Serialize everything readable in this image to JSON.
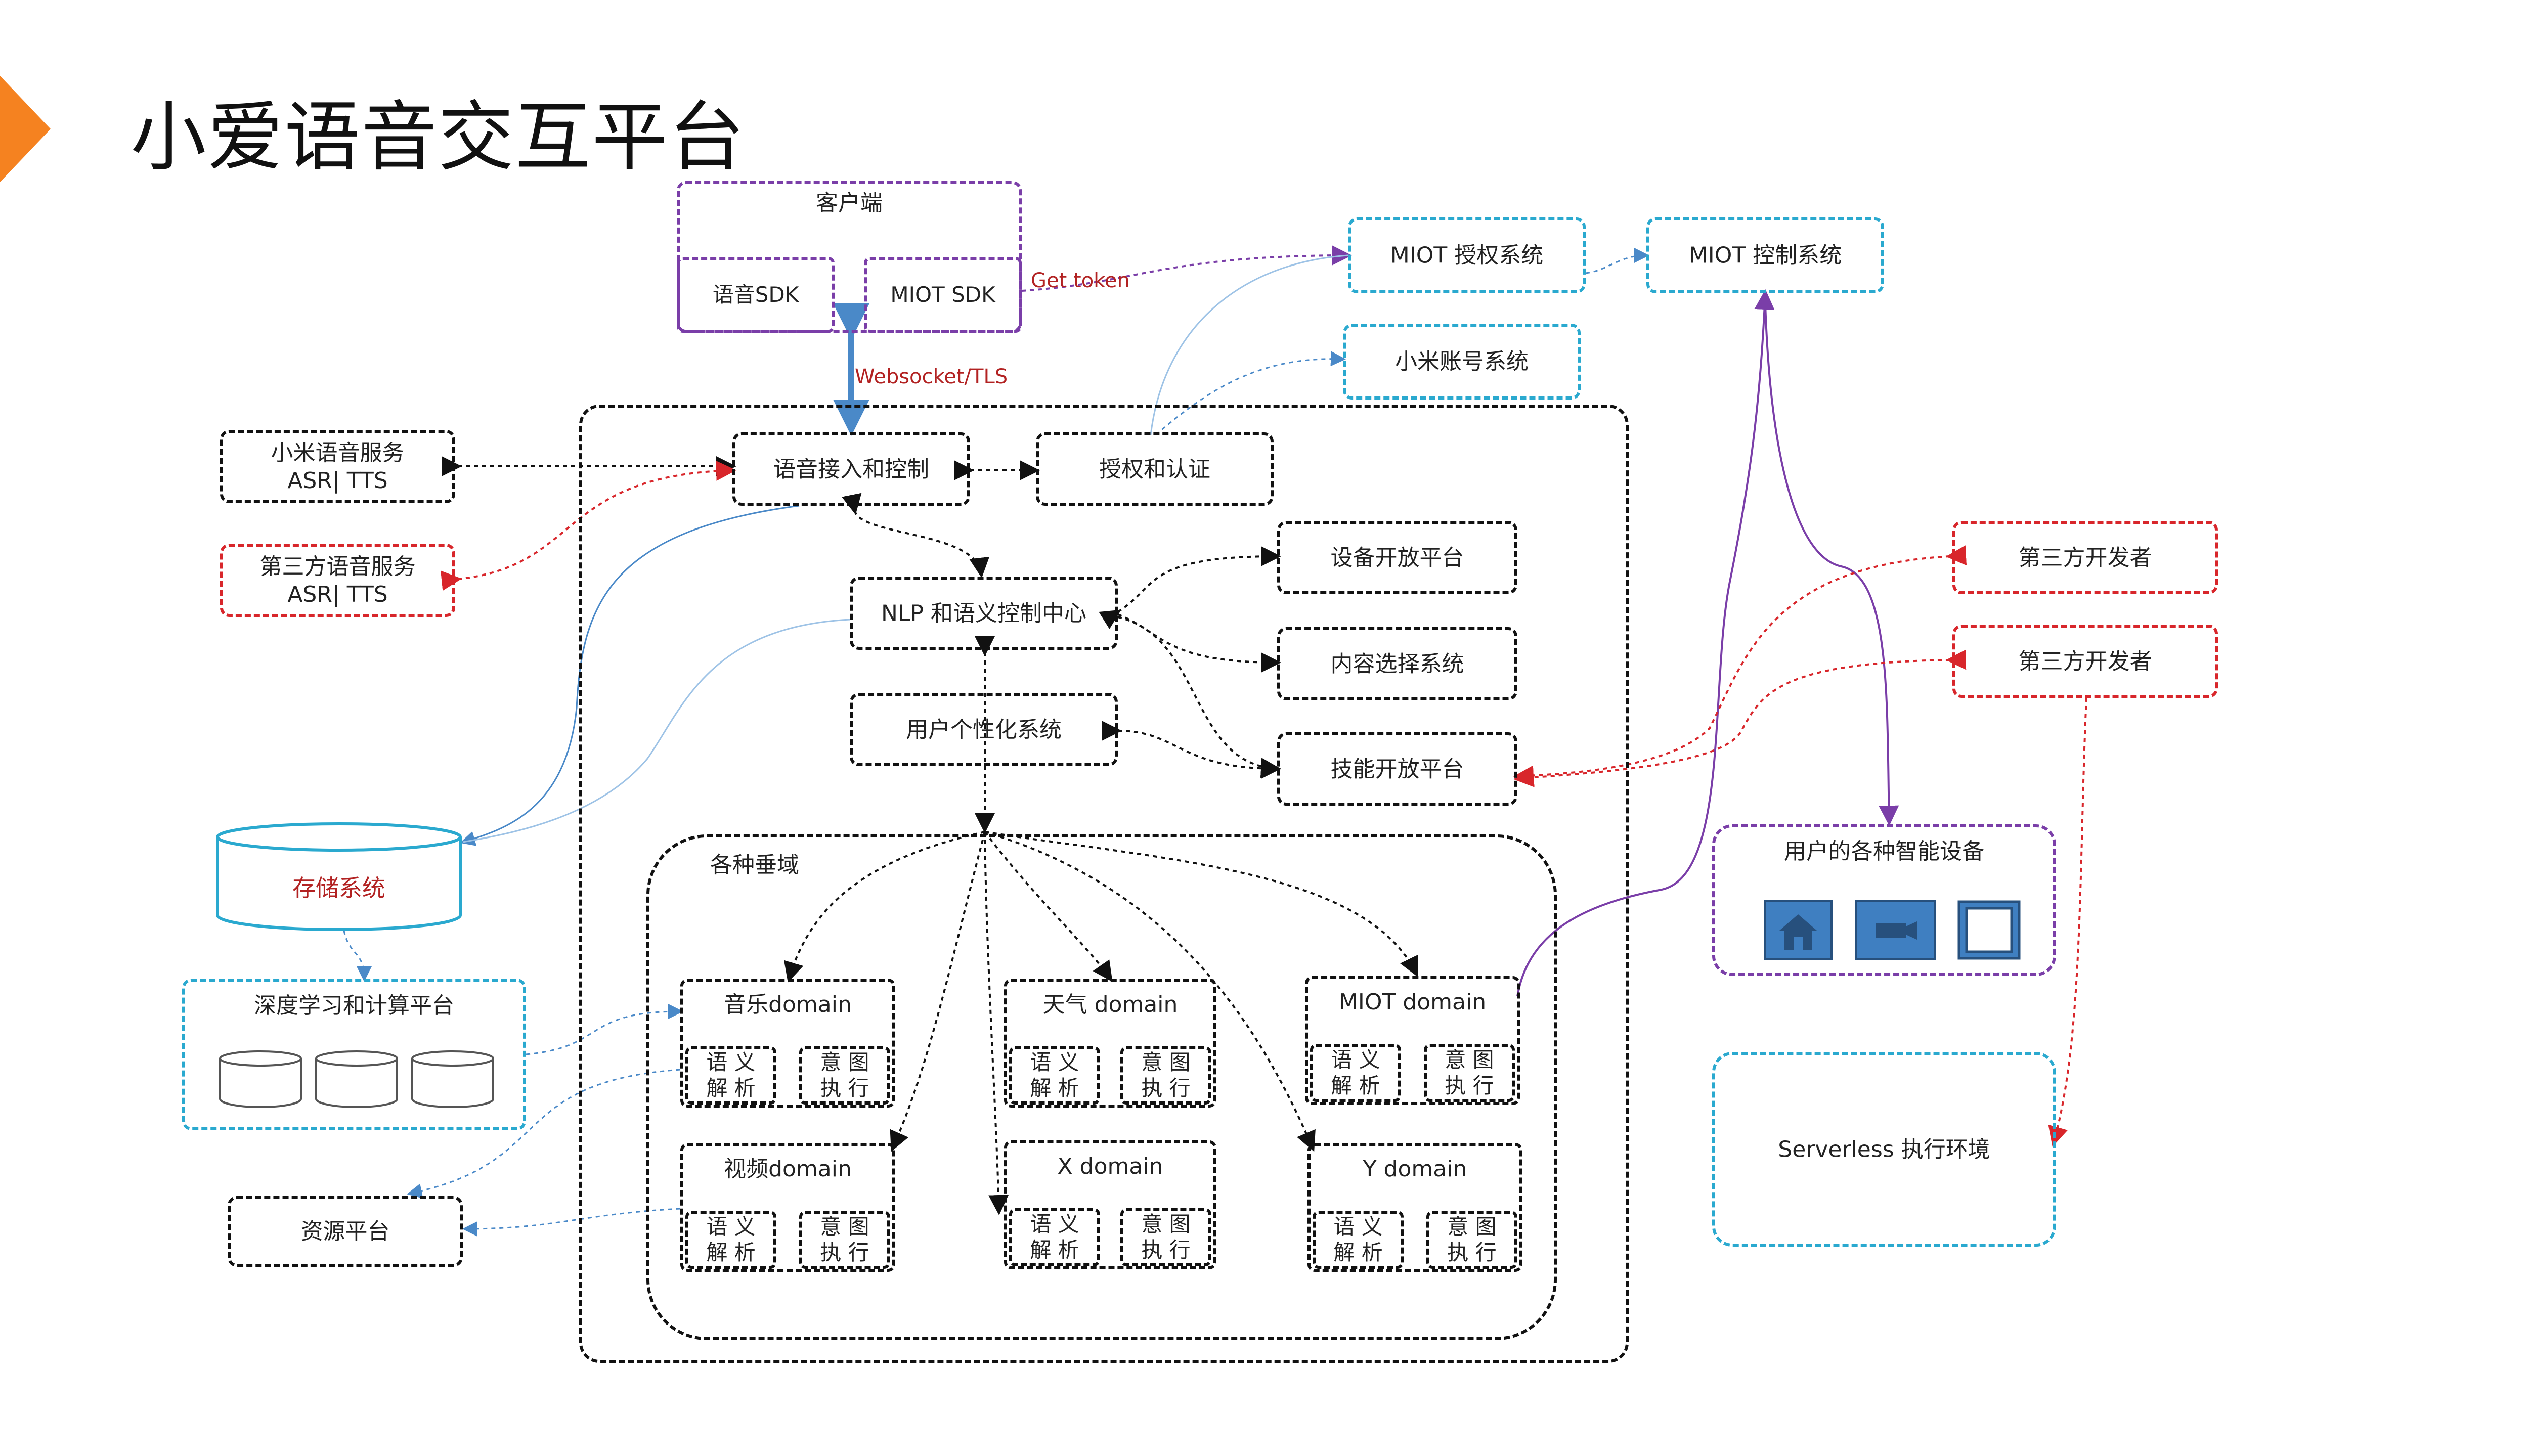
{
  "page": {
    "title": "小爱语音交互平台",
    "accent_color": "#f58220"
  },
  "colors": {
    "black": "#111111",
    "purple": "#7a3ea8",
    "blue": "#2aa9cf",
    "red": "#d8262b",
    "link_blue": "#4a89c8",
    "device_icon_fill": "#3f7fc1"
  },
  "client": {
    "title": "客户端",
    "voice_sdk": "语音SDK",
    "miot_sdk": "MIOT SDK"
  },
  "edge_labels": {
    "get_token": "Get token",
    "websocket": "Websocket/TLS"
  },
  "miot": {
    "auth": "MIOT  授权系统",
    "control": "MIOT  控制系统",
    "account": "小米账号系统"
  },
  "voice_services": {
    "xiaomi": "小米语音服务\nASR| TTS",
    "third_party": "第三方语音服务\nASR| TTS"
  },
  "core": {
    "voice_access": "语音接入和控制",
    "auth": "授权和认证",
    "nlp": "NLP 和语义控制中心",
    "personalization": "用户个性化系统",
    "device_open": "设备开放平台",
    "content_select": "内容选择系统",
    "skill_open": "技能开放平台"
  },
  "developers": {
    "dev1": "第三方开发者",
    "dev2": "第三方开发者"
  },
  "storage": {
    "label": "存储系统"
  },
  "dl_platform": {
    "label": "深度学习和计算平台"
  },
  "resource_platform": {
    "label": "资源平台"
  },
  "verticals": {
    "title": "各种垂域",
    "semantic_parse": "语 义\n解 析",
    "intent_exec": "意 图\n执 行",
    "domains": [
      {
        "name": "音乐domain"
      },
      {
        "name": "天气 domain"
      },
      {
        "name": "MIOT domain"
      },
      {
        "name": "视频domain"
      },
      {
        "name": "X domain"
      },
      {
        "name": "Y domain"
      }
    ]
  },
  "devices": {
    "title": "用户的各种智能设备",
    "icons": [
      "house-icon",
      "camera-icon",
      "screen-icon"
    ]
  },
  "serverless": {
    "label": "Serverless 执行环境"
  }
}
